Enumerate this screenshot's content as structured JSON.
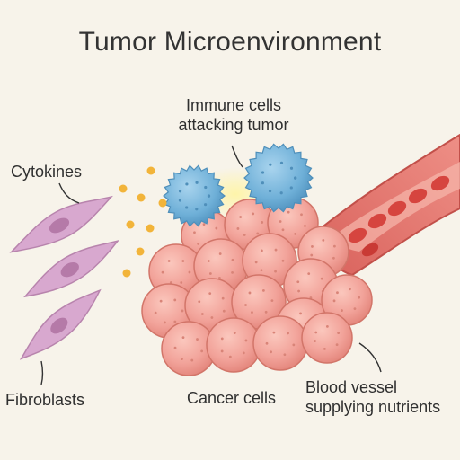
{
  "title": "Tumor Microenvironment",
  "labels": {
    "immune_line1": "Immune cells",
    "immune_line2": "attacking tumor",
    "cytokines": "Cytokines",
    "fibroblasts": "Fibroblasts",
    "cancer": "Cancer cells",
    "blood_line1": "Blood vessel",
    "blood_line2": "supplying nutrients"
  },
  "colors": {
    "background": "#f7f3ea",
    "cancer_cell": "#f2a39a",
    "immune_cell": "#6fb0d8",
    "cytokine": "#f2b43a",
    "fibroblast": "#d8a8cf",
    "vessel": "#e2706a",
    "red_blood_cell": "#d6453f"
  }
}
